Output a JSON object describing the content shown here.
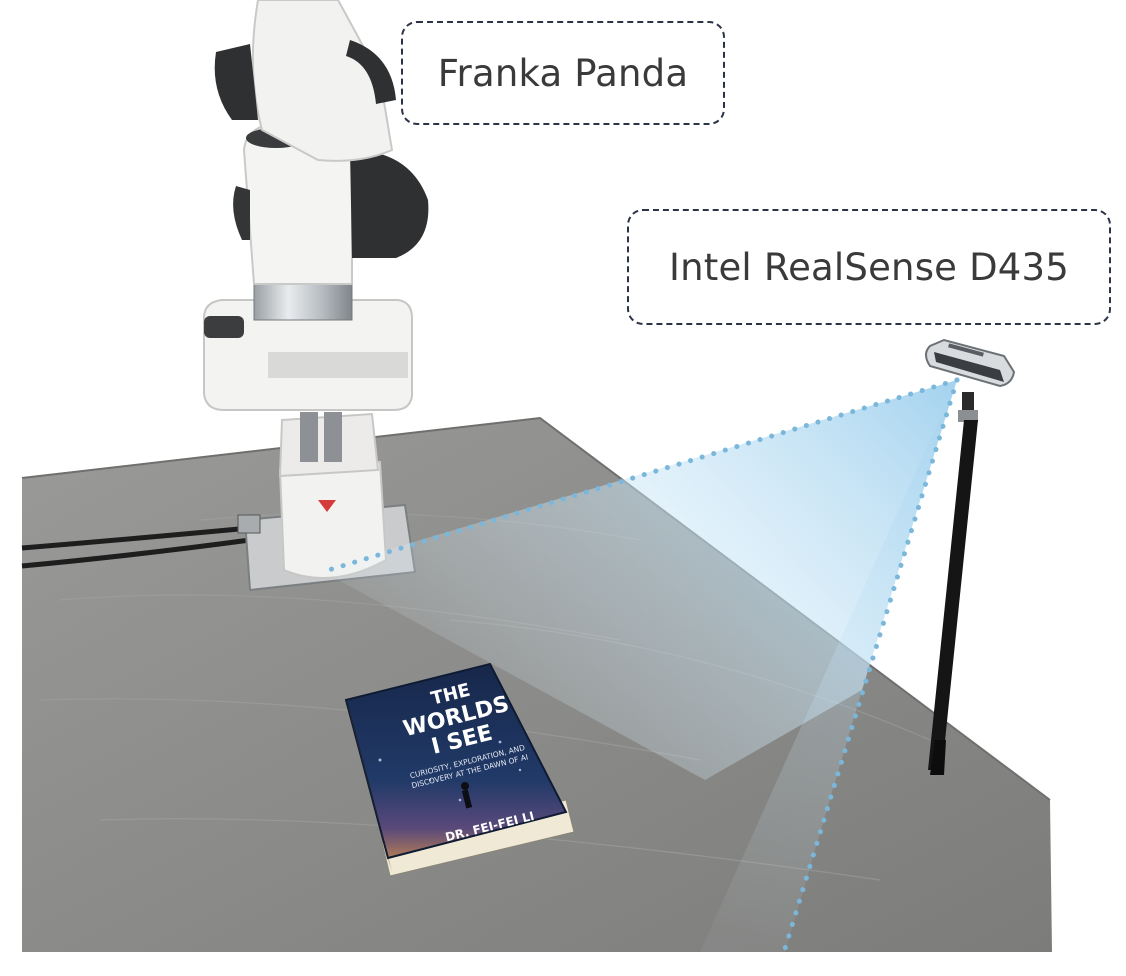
{
  "labels": {
    "robot": "Franka Panda",
    "camera": "Intel RealSense D435"
  },
  "book": {
    "title_line1": "THE",
    "title_line2": "WORLDS",
    "title_line3": "I SEE",
    "subtitle_line1": "CURIOSITY, EXPLORATION, AND",
    "subtitle_line2": "DISCOVERY AT THE DAWN OF AI",
    "author": "DR. FEI-FEI LI"
  },
  "colors": {
    "table": "#8a8a88",
    "fov_dots": "#7ab7da",
    "fov_fill": "#bfe0f2",
    "callout_border": "#2b3447",
    "robot_white": "#f1f1ef",
    "robot_dark": "#2f3032",
    "book_cover": "#1c2b4c"
  },
  "icons": {
    "robot": "robot-arm-icon",
    "camera": "depth-camera-icon"
  }
}
